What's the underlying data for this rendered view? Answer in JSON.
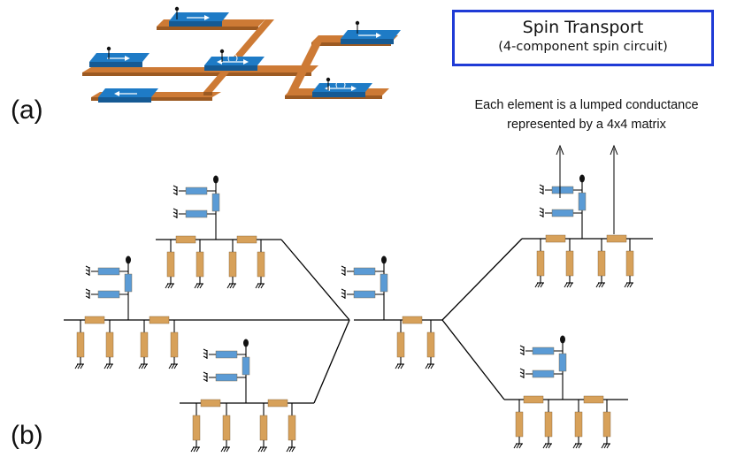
{
  "panel_labels": {
    "a": "(a)",
    "b": "(b)"
  },
  "title_box": {
    "title": "Spin Transport",
    "subtitle": "(4-component spin circuit)"
  },
  "annotation": {
    "line1": "Each element is a lumped conductance",
    "line2": "represented by a 4x4 matrix"
  },
  "colors": {
    "conductor": "#cd7a35",
    "magnet": "#1e7bc6",
    "series_element": "#d7a15a",
    "shunt_element": "#5b9bd5",
    "wire": "#000000",
    "title_border": "#1f3bd6"
  }
}
